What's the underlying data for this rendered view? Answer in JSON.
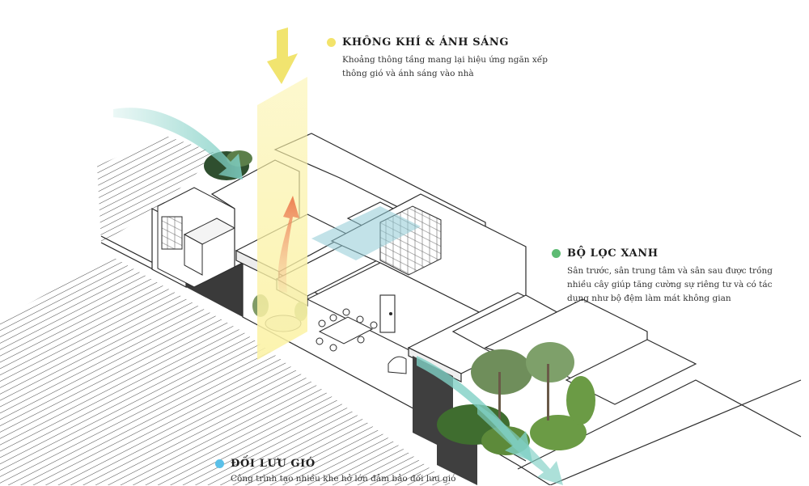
{
  "notes": {
    "air_light": {
      "title": "KHÔNG KHÍ & ÁNH SÁNG",
      "lines": [
        "Khoảng thông tầng mang lại hiệu ứng ngăn xếp",
        "thông gió và ánh sáng vào nhà"
      ],
      "color": "#f3e36a"
    },
    "green_filter": {
      "title": "BỘ LỌC XANH",
      "lines": [
        "Sân trước, sân trung tâm và sân sau được trồng",
        "nhiều cây giúp tăng cường sự riêng tư và có tác",
        "dụng như bộ đệm làm mát không gian"
      ],
      "color": "#5dbb73"
    },
    "convection": {
      "title": "ĐỐI LƯU GIÓ",
      "lines": [
        "Công trình tạo nhiều khe hở lớn đảm bảo đối lưu gió"
      ],
      "color": "#5bc0e8"
    }
  },
  "colors": {
    "sun_arrow": "#f1e46f",
    "light_shaft": "#fbf3b4",
    "wind": "#7fcfc4",
    "hot_air": "#f0a07a",
    "line": "#2b2b2b"
  }
}
